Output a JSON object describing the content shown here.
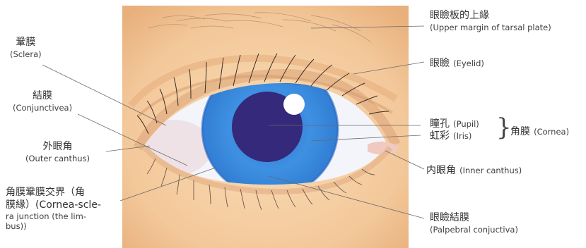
{
  "labels": {
    "upper_tarsal": {
      "zh": "眼瞼板的上緣",
      "en": "(Upper margin of tarsal plate)"
    },
    "eyelid": {
      "zh": "眼瞼",
      "en": "(Eyelid)"
    },
    "pupil": {
      "zh": "瞳孔",
      "en": "(Pupil)"
    },
    "iris": {
      "zh": "虹彩",
      "en": "(Iris)"
    },
    "cornea": {
      "zh": "角膜",
      "en": "(Cornea)"
    },
    "inner_canthus": {
      "zh": "内眼角",
      "en": "(Inner canthus)"
    },
    "palpebral": {
      "zh": "眼瞼結膜",
      "en": "(Palpebral conjuctiva)"
    },
    "sclera": {
      "zh": "鞏膜",
      "en": "(Sclera)"
    },
    "conjunctiva": {
      "zh": "結膜",
      "en": "(Conjunctivea)"
    },
    "outer_canthus": {
      "zh": "外眼角",
      "en": "(Outer canthus)"
    },
    "limbus": {
      "line1": "角膜鞏膜交界（角",
      "line2": "膜緣）(Cornea-scle-",
      "line3": "ra junction (the lim-",
      "line4": "bus))"
    }
  },
  "colors": {
    "skin": "#f6d2a6",
    "skin_dark": "#e9b482",
    "sclera": "#f4f6fb",
    "iris": "#3f8fe0",
    "iris_dark": "#2f5fb0",
    "pupil": "#32287a",
    "leader_line": "#6a6a6a"
  }
}
